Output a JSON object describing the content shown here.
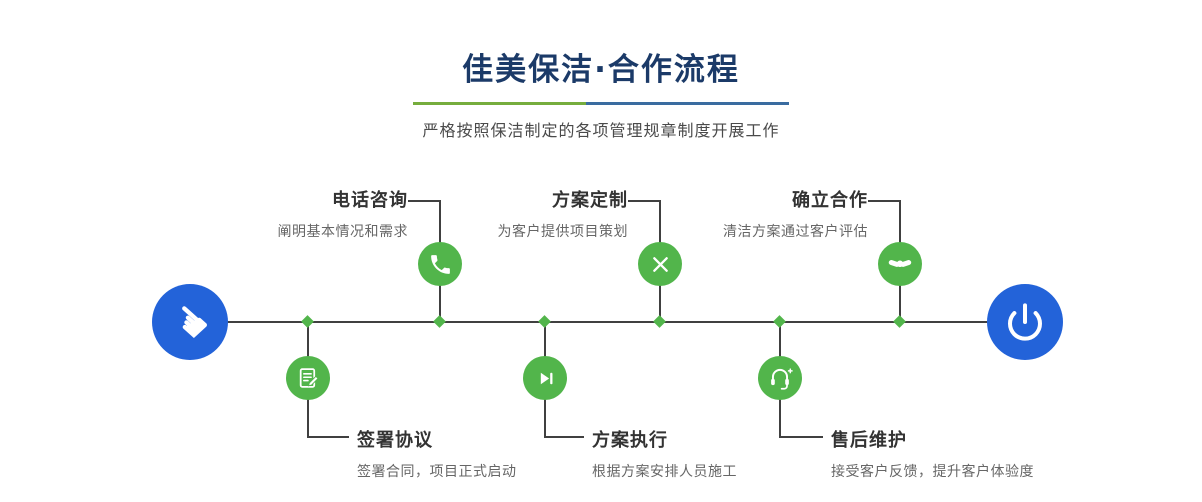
{
  "header": {
    "title": "佳美保洁·合作流程",
    "subtitle": "严格按照保洁制定的各项管理规章制度开展工作",
    "title_color": "#1b3a68",
    "underline_colors": [
      "#76ad3d",
      "#3a6ca0"
    ]
  },
  "flow": {
    "line_color": "#404040",
    "step_node_color": "#52b54b",
    "endpoint_color": "#2363d9",
    "start": {
      "icon": "pointer-hand-icon"
    },
    "end": {
      "icon": "power-icon"
    },
    "steps_top": [
      {
        "title": "电话咨询",
        "desc": "阐明基本情况和需求",
        "icon": "phone-icon"
      },
      {
        "title": "方案定制",
        "desc": "为客户提供项目策划",
        "icon": "pencil-ruler-icon"
      },
      {
        "title": "确立合作",
        "desc": "清洁方案通过客户评估",
        "icon": "handshake-icon"
      }
    ],
    "steps_bottom": [
      {
        "title": "签署协议",
        "desc": "签署合同，项目正式启动",
        "icon": "contract-icon"
      },
      {
        "title": "方案执行",
        "desc": "根据方案安排人员施工",
        "icon": "play-next-icon"
      },
      {
        "title": "售后维护",
        "desc": "接受客户反馈，提升客户体验度",
        "icon": "headset-icon"
      }
    ]
  }
}
